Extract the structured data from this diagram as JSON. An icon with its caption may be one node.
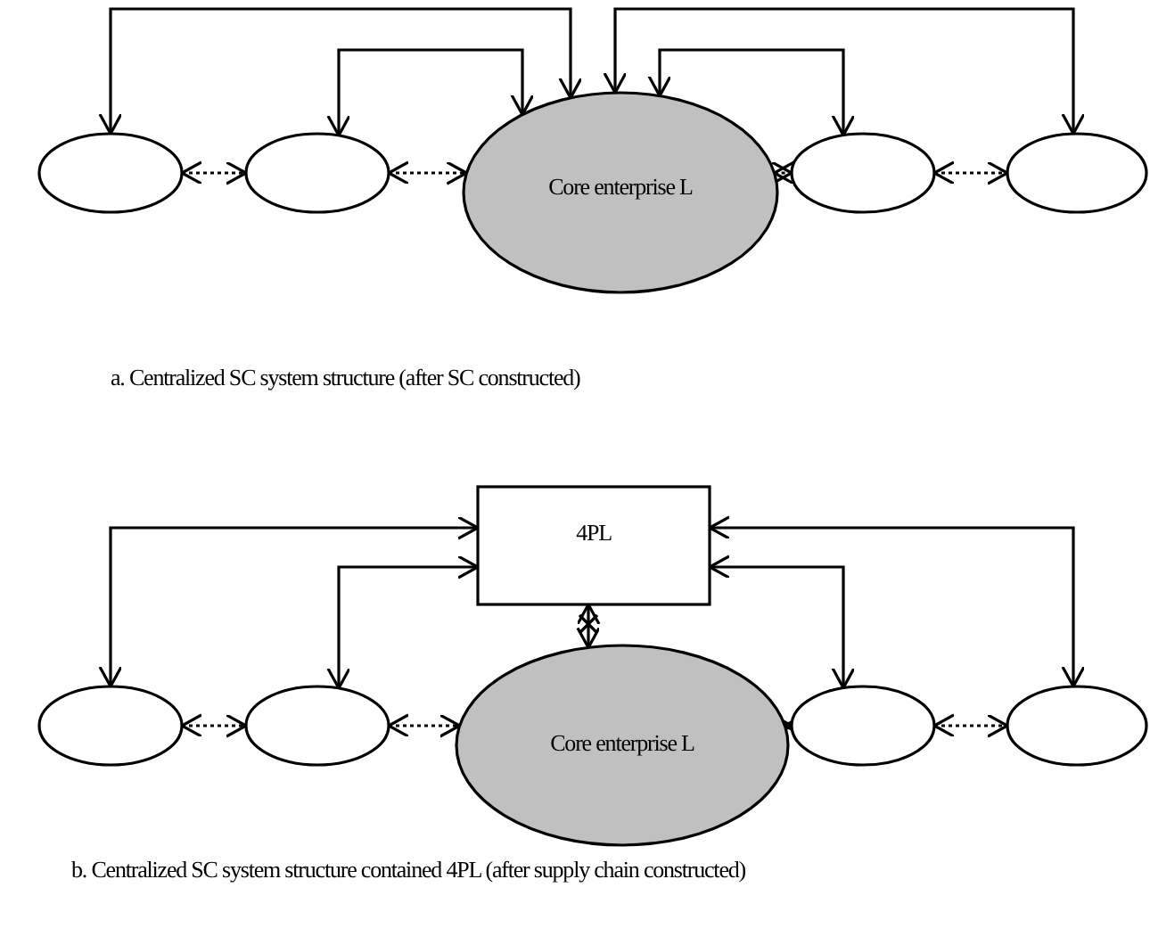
{
  "diagram": {
    "nodes": [
      {
        "text": [],
        "shape": "ellipse"
      },
      {
        "text": [],
        "shape": "ellipse"
      },
      {
        "text": [
          "Core enterprise L"
        ]
      },
      {
        "text": [],
        "shape": "ellipse"
      },
      {
        "text": [],
        "shape": "ellipse"
      },
      {
        "text": [
          "4PL"
        ]
      },
      {
        "text": [],
        "shape": "ellipse"
      },
      {
        "text": [],
        "shape": "ellipse"
      },
      {
        "text": [
          "Core enterprise L"
        ]
      },
      {
        "text": [],
        "shape": "ellipse"
      },
      {
        "text": [],
        "shape": "ellipse"
      }
    ],
    "edges": [
      {
        "from": 2,
        "to": 0,
        "arrow": "both"
      },
      {
        "from": 2,
        "to": 1,
        "arrow": "both"
      },
      {
        "from": 2,
        "to": 4,
        "arrow": "both"
      },
      {
        "from": 2,
        "to": 3,
        "arrow": "both"
      },
      {
        "from": 0,
        "to": 1,
        "arrow": "both",
        "style": "dashed"
      },
      {
        "from": 1,
        "to": 2,
        "arrow": "both",
        "style": "dashed"
      },
      {
        "from": 2,
        "to": 3,
        "arrow": "both",
        "style": "dashed"
      },
      {
        "from": 3,
        "to": 4,
        "arrow": "both",
        "style": "dashed"
      },
      {
        "from": 5,
        "to": 6,
        "arrow": "both"
      },
      {
        "from": 5,
        "to": 7,
        "arrow": "both"
      },
      {
        "from": 5,
        "to": 10,
        "arrow": "both"
      },
      {
        "from": 5,
        "to": 9,
        "arrow": "both"
      },
      {
        "from": 5,
        "to": 8,
        "arrow": "both"
      },
      {
        "from": 6,
        "to": 7,
        "arrow": "both",
        "style": "dashed"
      },
      {
        "from": 7,
        "to": 8,
        "arrow": "both",
        "style": "dashed"
      },
      {
        "from": 8,
        "to": 9,
        "arrow": "both",
        "style": "dashed"
      },
      {
        "from": 9,
        "to": 10,
        "arrow": "both",
        "style": "dashed"
      }
    ],
    "labels": [
      "a. Centralized SC system structure (after SC constructed)",
      "b. Centralized SC system structure contained 4PL (after supply chain constructed)"
    ]
  }
}
